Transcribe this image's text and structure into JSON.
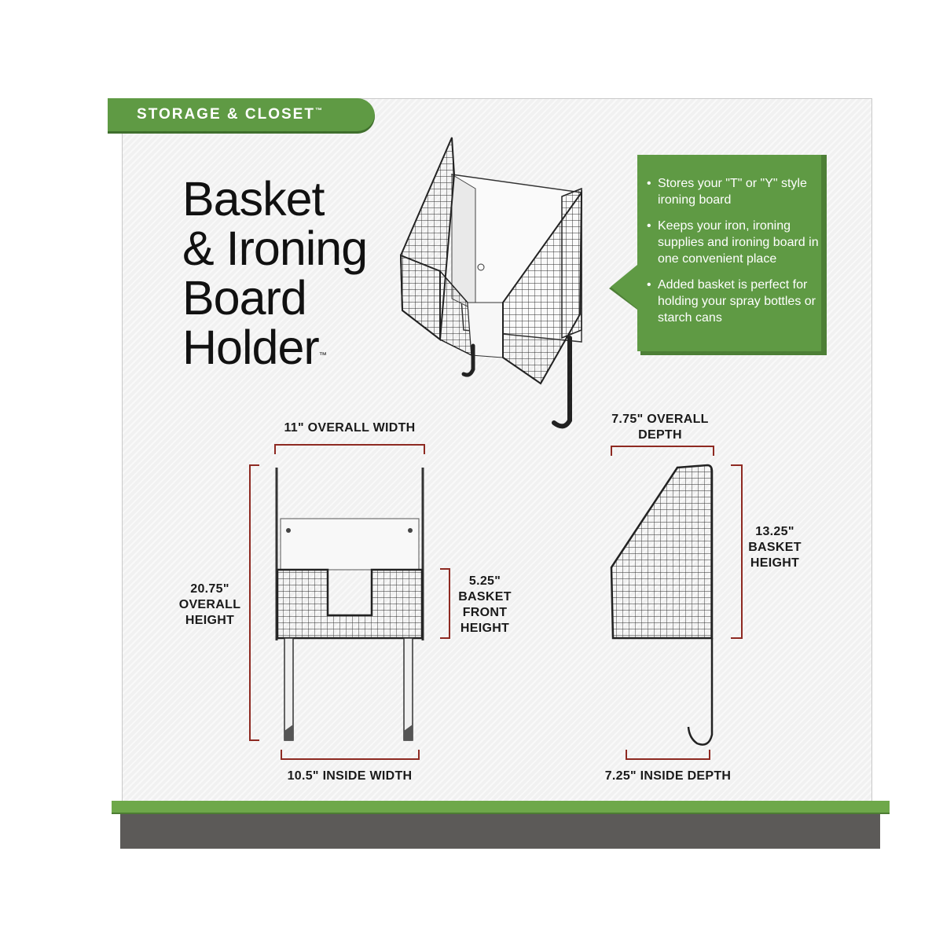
{
  "brand_tab": {
    "label": "STORAGE & CLOSET",
    "trademark": "™"
  },
  "title": {
    "line1": "Basket",
    "line2": "& Ironing",
    "line3": "Board",
    "line4": "Holder",
    "trademark": "™"
  },
  "features": [
    "Stores your \"T\" or \"Y\" style ironing board",
    "Keeps your iron, ironing supplies and ironing board in one convenient place",
    "Added basket is perfect for holding your spray bottles or starch cans"
  ],
  "dimensions": {
    "overall_width": "11\" OVERALL WIDTH",
    "overall_height_value": "20.75\"",
    "overall_height_line2": "OVERALL",
    "overall_height_line3": "HEIGHT",
    "basket_front_value": "5.25\"",
    "basket_front_line2": "BASKET",
    "basket_front_line3": "FRONT",
    "basket_front_line4": "HEIGHT",
    "inside_width": "10.5\" INSIDE WIDTH",
    "overall_depth_line1": "7.75\" OVERALL",
    "overall_depth_line2": "DEPTH",
    "basket_height_value": "13.25\"",
    "basket_height_line2": "BASKET",
    "basket_height_line3": "HEIGHT",
    "inside_depth": "7.25\" INSIDE DEPTH"
  },
  "colors": {
    "brand_green": "#5f9a44",
    "dimension_red": "#8e2a22",
    "shelf_gray": "#5c5a58"
  }
}
